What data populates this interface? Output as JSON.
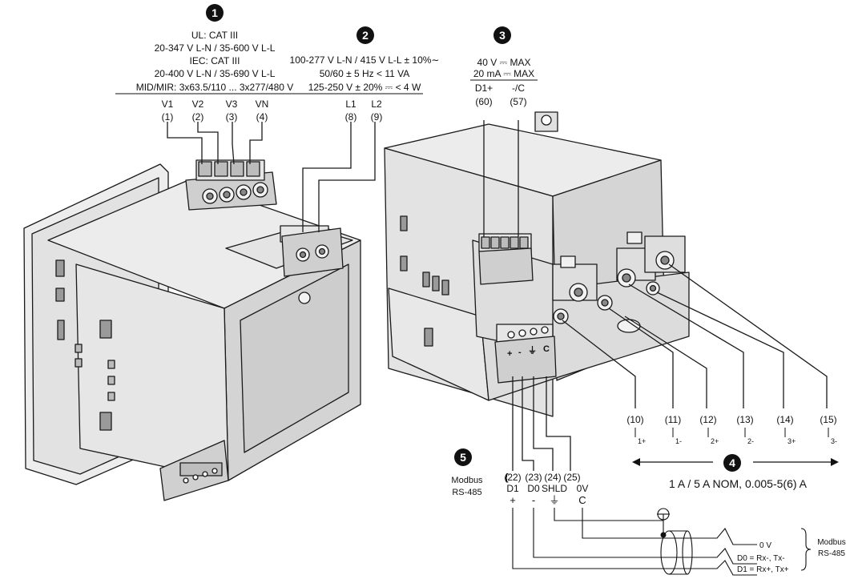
{
  "markers": [
    "1",
    "2",
    "3",
    "4",
    "5"
  ],
  "voltage": {
    "lines": [
      "UL: CAT III",
      "20-347 V L-N / 35-600 V L-L",
      "IEC: CAT III",
      "20-400 V L-N / 35-690 V L-L",
      "MID/MIR: 3x63.5/110 ... 3x277/480 V"
    ],
    "labels": [
      "V1",
      "V2",
      "V3",
      "VN"
    ],
    "pins": [
      "(1)",
      "(2)",
      "(3)",
      "(4)"
    ]
  },
  "power": {
    "lines": [
      "100-277 V L-N / 415 V L-L ± 10%∼",
      "50/60 ± 5 Hz < 11 VA",
      "125-250 V ± 20% ⎓ < 4 W"
    ],
    "labels": [
      "L1",
      "L2"
    ],
    "pins": [
      "(8)",
      "(9)"
    ]
  },
  "digital_output": {
    "lines": [
      "40 V ⎓ MAX",
      "20 mA ⎓ MAX"
    ],
    "labels": [
      "D1+",
      "-/C"
    ],
    "pins": [
      "(60)",
      "(57)"
    ]
  },
  "current_inputs": {
    "pins": [
      "(10)",
      "(11)",
      "(12)",
      "(13)",
      "(14)",
      "(15)"
    ],
    "subs": [
      "1+",
      "1-",
      "2+",
      "2-",
      "3+",
      "3-"
    ],
    "rating": "1 A / 5 A NOM, 0.005-5(6) A"
  },
  "modbus": {
    "title": [
      "Modbus",
      "RS-485"
    ],
    "pins": [
      "(22)",
      "(23)",
      "(24)",
      "(25)"
    ],
    "names": [
      "D1",
      "D0",
      "SHLD",
      "0V"
    ],
    "signs": [
      "+",
      "-",
      "⏚",
      "C"
    ],
    "connector_marks": [
      "+",
      "-",
      "⏚",
      "C"
    ],
    "cable_labels": [
      "0 V",
      "D0 = Rx-, Tx-",
      "D1 = Rx+, Tx+"
    ],
    "bus_label": [
      "Modbus",
      "RS-485"
    ]
  }
}
